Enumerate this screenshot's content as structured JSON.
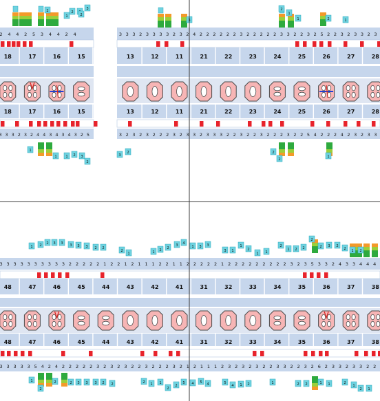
{
  "colors": {
    "band": "#c6d6ec",
    "band_dark": "#b3c6e2",
    "grid_line": "#ffffff",
    "red": "#e8232b",
    "cyan": "#6fd3e0",
    "cyan_border": "#2aa8bd",
    "green": "#2eaa3e",
    "lime": "#9bcf3a",
    "orange": "#f39a2a",
    "tooth_fill": "#f7b5b5",
    "tooth_stroke": "#4b4b4b",
    "divider": "#3c3c3c",
    "mark_blue": "#1f3fd6",
    "mark_red": "#d8241f"
  },
  "upper_jaw": {
    "teeth": [
      {
        "num": "18",
        "type": "molar",
        "pos": 0
      },
      {
        "num": "17",
        "type": "molar",
        "pos": 1,
        "mark": "red"
      },
      {
        "num": "16",
        "type": "molar",
        "pos": 2,
        "mark": "blue"
      },
      {
        "num": "15",
        "type": "premolar",
        "pos": 3
      },
      {
        "num": "13",
        "type": "canine",
        "pos": 5
      },
      {
        "num": "12",
        "type": "incisor",
        "pos": 6
      },
      {
        "num": "11",
        "type": "incisor",
        "pos": 7
      },
      {
        "num": "21",
        "type": "incisor",
        "pos": 8
      },
      {
        "num": "22",
        "type": "incisor",
        "pos": 9
      },
      {
        "num": "23",
        "type": "canine",
        "pos": 10
      },
      {
        "num": "24",
        "type": "premolar",
        "pos": 11
      },
      {
        "num": "25",
        "type": "premolar",
        "pos": 12
      },
      {
        "num": "26",
        "type": "molar",
        "pos": 13,
        "mark": "blue"
      },
      {
        "num": "27",
        "type": "molar",
        "pos": 14
      },
      {
        "num": "28",
        "type": "molar",
        "pos": 15
      }
    ],
    "buccal_depths": [
      [
        "2",
        "4",
        "4",
        "2",
        "5",
        "3",
        "4",
        "4",
        "2",
        "4"
      ],
      [
        "3",
        "3",
        "3",
        "2",
        "3",
        "3",
        "3",
        "3",
        "2",
        "3",
        "2",
        "4",
        "2",
        "2",
        "2",
        "2",
        "2",
        "2",
        "3",
        "2",
        "2",
        "2",
        "2",
        "2",
        "3",
        "3",
        "2",
        "2",
        "3",
        "2",
        "5",
        "2",
        "2",
        "3",
        "2",
        "3",
        "3",
        "2",
        "3"
      ]
    ],
    "palatal_depths": [
      [
        "3",
        "3",
        "3",
        "2",
        "3",
        "2",
        "4",
        "4",
        "3",
        "4",
        "3",
        "4",
        "3",
        "2",
        "5"
      ],
      [
        "3",
        "2",
        "3",
        "2",
        "3",
        "2",
        "2",
        "2",
        "3",
        "2",
        "3",
        "3",
        "2",
        "3",
        "3",
        "3",
        "2",
        "2",
        "3",
        "2",
        "2",
        "3",
        "2",
        "2",
        "2",
        "3",
        "2",
        "2",
        "5",
        "4",
        "2",
        "2",
        "2",
        "4",
        "2",
        "3",
        "2",
        "3",
        "3"
      ]
    ],
    "buccal_badges": [
      "2",
      "1",
      "2",
      "3",
      "3",
      "2",
      "3",
      "2",
      "1",
      "1",
      "2",
      "1"
    ],
    "palatal_badges": [
      "1",
      "1",
      "1",
      "2",
      "3",
      "2",
      "3",
      "2",
      "2",
      "2",
      "1"
    ]
  },
  "lower_jaw": {
    "teeth": [
      {
        "num": "48",
        "type": "molar",
        "pos": 0
      },
      {
        "num": "47",
        "type": "molar",
        "pos": 1
      },
      {
        "num": "46",
        "type": "molar",
        "pos": 2,
        "mark": "red"
      },
      {
        "num": "45",
        "type": "premolar",
        "pos": 3
      },
      {
        "num": "44",
        "type": "premolar",
        "pos": 4
      },
      {
        "num": "43",
        "type": "canine",
        "pos": 5
      },
      {
        "num": "42",
        "type": "incisor",
        "pos": 6
      },
      {
        "num": "41",
        "type": "incisor",
        "pos": 7
      },
      {
        "num": "31",
        "type": "incisor",
        "pos": 8
      },
      {
        "num": "32",
        "type": "incisor",
        "pos": 9
      },
      {
        "num": "33",
        "type": "canine",
        "pos": 10
      },
      {
        "num": "34",
        "type": "premolar",
        "pos": 11
      },
      {
        "num": "35",
        "type": "premolar",
        "pos": 12
      },
      {
        "num": "36",
        "type": "molar",
        "pos": 13,
        "mark": "red"
      },
      {
        "num": "37",
        "type": "molar",
        "pos": 14
      },
      {
        "num": "38",
        "type": "molar",
        "pos": 15
      }
    ],
    "lingual_depths": [
      "3",
      "3",
      "3",
      "3",
      "3",
      "3",
      "3",
      "3",
      "3",
      "3",
      "2",
      "2",
      "2",
      "2",
      "2",
      "1",
      "2",
      "2",
      "1",
      "2",
      "1",
      "1",
      "1",
      "2",
      "2",
      "1",
      "1",
      "2",
      "2",
      "2",
      "2",
      "2",
      "1",
      "2",
      "2",
      "2",
      "2",
      "2",
      "2",
      "2",
      "2",
      "2",
      "3",
      "2",
      "3",
      "5",
      "3",
      "3",
      "2",
      "4",
      "3",
      "3",
      "4",
      "4",
      "4"
    ],
    "buccal_depths": [
      "3",
      "3",
      "3",
      "3",
      "3",
      "5",
      "4",
      "2",
      "4",
      "2",
      "2",
      "2",
      "2",
      "2",
      "3",
      "2",
      "3",
      "2",
      "3",
      "2",
      "2",
      "3",
      "2",
      "2",
      "2",
      "3",
      "2",
      "1",
      "2",
      "1",
      "1",
      "1",
      "2",
      "3",
      "2",
      "3",
      "2",
      "3",
      "2",
      "2",
      "3",
      "3",
      "2",
      "2",
      "3",
      "2",
      "6",
      "2",
      "3",
      "3",
      "2",
      "3",
      "3",
      "2",
      "2"
    ],
    "lingual_badges": [
      "1",
      "2",
      "2",
      "3",
      "3",
      "3",
      "3",
      "3",
      "2",
      "2",
      "2",
      "1",
      "1",
      "2",
      "2",
      "3",
      "4",
      "1",
      "3",
      "3",
      "3",
      "1",
      "1",
      "2",
      "1",
      "1",
      "2",
      "1",
      "2",
      "2",
      "2",
      "2",
      "3",
      "2",
      "2",
      "1",
      "2"
    ],
    "buccal_badges": [
      "1",
      "2",
      "2",
      "2",
      "3",
      "3",
      "3",
      "2",
      "2",
      "2",
      "1",
      "1",
      "2",
      "2",
      "5",
      "4",
      "5",
      "4",
      "5",
      "4",
      "1",
      "2",
      "1",
      "2",
      "2",
      "1",
      "1",
      "2",
      "1",
      "2",
      "1"
    ]
  }
}
